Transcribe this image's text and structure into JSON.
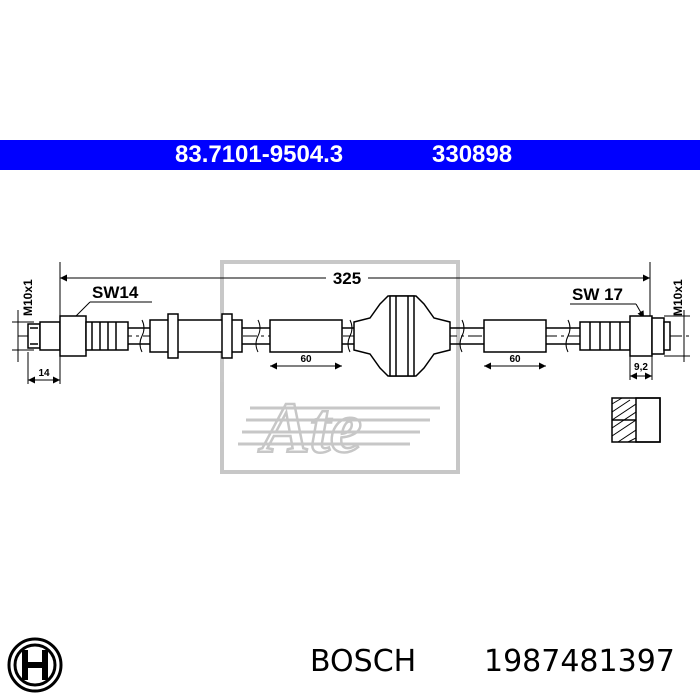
{
  "header": {
    "part_number": "83.7101-9504.3",
    "ref_number": "330898",
    "band_color": "#0000ff"
  },
  "drawing": {
    "overall_length": "325",
    "left_thread": "M10x1",
    "right_thread": "M10x1",
    "left_wrench": "SW14",
    "right_wrench": "SW 17",
    "left_end_length": "14",
    "left_segment": "60",
    "right_segment": "60",
    "right_end_length": "9,2",
    "watermark_logo": "Ate"
  },
  "footer": {
    "brand": "BOSCH",
    "code": "1987481397",
    "logo": "bosch-armature-logo"
  }
}
